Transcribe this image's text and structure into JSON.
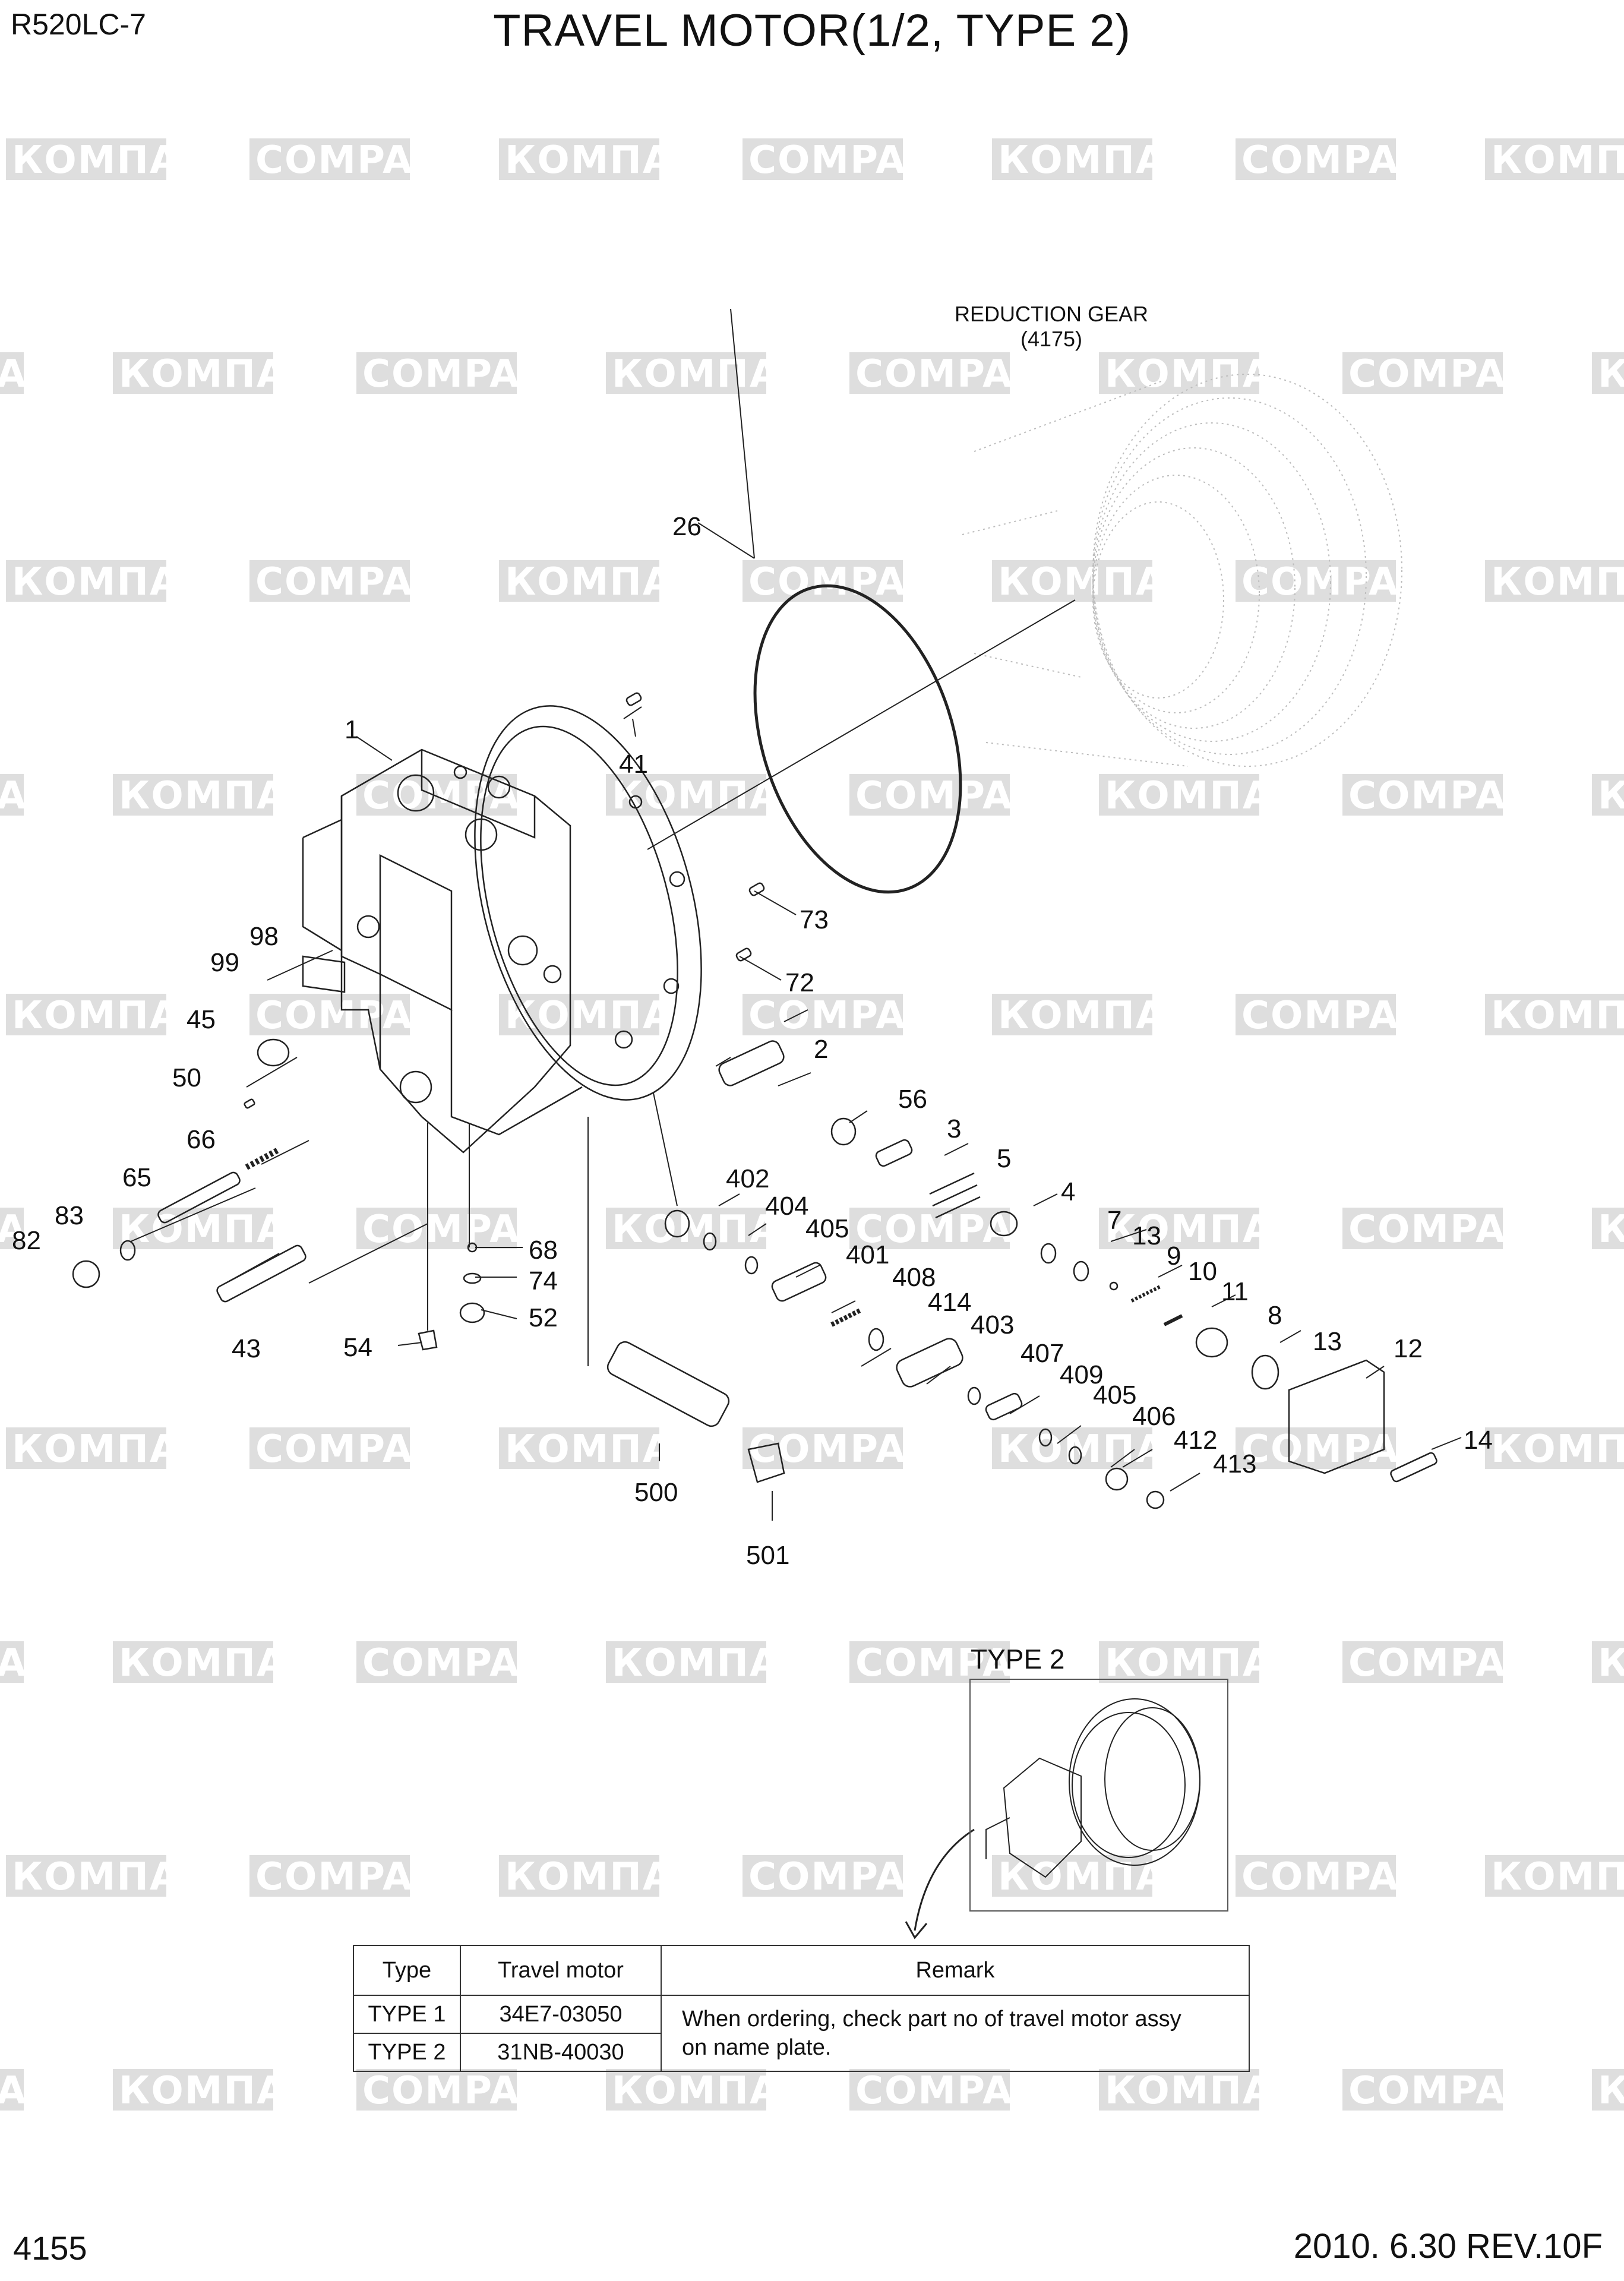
{
  "header": {
    "model": "R520LC-7",
    "title": "TRAVEL MOTOR(1/2, TYPE 2)"
  },
  "footer": {
    "page_number": "4155",
    "date_revision": "2010. 6.30  REV.10F"
  },
  "watermark": {
    "text_cyrillic": "КОМПАРТ",
    "text_latin": "COMPART"
  },
  "reduction_gear": {
    "name": "REDUCTION GEAR",
    "ref": "(4175)"
  },
  "type2_inset": {
    "label": "TYPE 2"
  },
  "callouts": {
    "p1": "1",
    "p2": "2",
    "p3": "3",
    "p4": "4",
    "p5": "5",
    "p7": "7",
    "p8": "8",
    "p9": "9",
    "p10": "10",
    "p11": "11",
    "p12": "12",
    "p13a": "13",
    "p13b": "13",
    "p14": "14",
    "p26": "26",
    "p41": "41",
    "p43": "43",
    "p45": "45",
    "p50": "50",
    "p52": "52",
    "p54": "54",
    "p56": "56",
    "p65": "65",
    "p66": "66",
    "p68": "68",
    "p72": "72",
    "p73": "73",
    "p74": "74",
    "p82": "82",
    "p83": "83",
    "p98": "98",
    "p99": "99",
    "p401": "401",
    "p402": "402",
    "p403": "403",
    "p404": "404",
    "p405a": "405",
    "p405b": "405",
    "p406": "406",
    "p407": "407",
    "p408": "408",
    "p409": "409",
    "p412": "412",
    "p413": "413",
    "p414": "414",
    "p500": "500",
    "p501": "501"
  },
  "table": {
    "headers": [
      "Type",
      "Travel motor",
      "Remark"
    ],
    "rows": [
      {
        "type": "TYPE 1",
        "motor": "34E7-03050"
      },
      {
        "type": "TYPE 2",
        "motor": "31NB-40030"
      }
    ],
    "remark_line1": "When ordering, check part no of travel motor assy",
    "remark_line2": "on name plate."
  }
}
